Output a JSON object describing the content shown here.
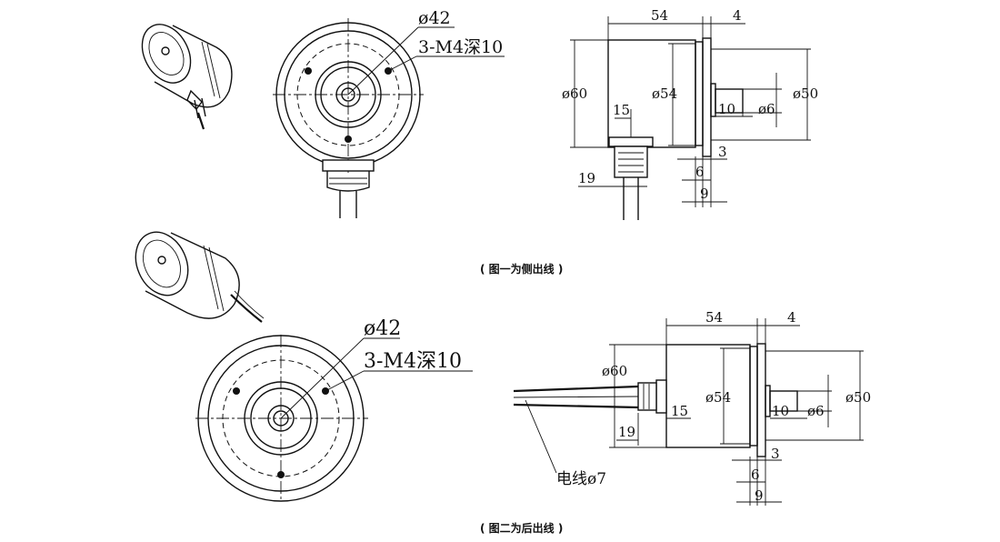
{
  "figure1": {
    "caption": "( 图一为侧出线 )",
    "front": {
      "outer_dia": "ø42",
      "holes": "3-M4深10"
    },
    "side": {
      "body_len": "54",
      "flange_thk": "4",
      "body_dia": "ø60",
      "flange_dia": "ø54",
      "spigot_dia": "ø50",
      "shaft_len": "10",
      "shaft_dia": "ø6",
      "cable_gland_pos": "15",
      "cable_gland_len": "19",
      "dim_3": "3",
      "dim_6": "6",
      "dim_9": "9"
    }
  },
  "figure2": {
    "caption": "( 图二为后出线 )",
    "front": {
      "outer_dia": "ø42",
      "holes": "3-M4深10"
    },
    "side": {
      "body_len": "54",
      "flange_thk": "4",
      "body_dia": "ø60",
      "flange_dia": "ø54",
      "spigot_dia": "ø50",
      "shaft_len": "10",
      "shaft_dia": "ø6",
      "cable_gland_pos": "15",
      "cable_gland_len": "19",
      "dim_3": "3",
      "dim_6": "6",
      "dim_9": "9",
      "cable": "电线ø7"
    }
  }
}
